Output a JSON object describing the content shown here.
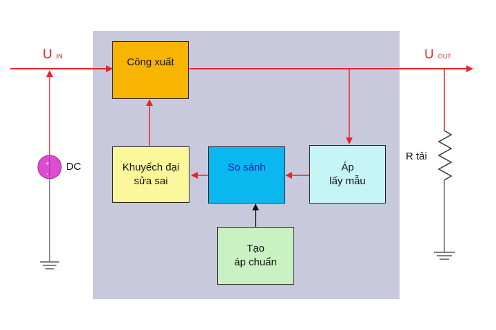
{
  "labels": {
    "u_in_main": "U",
    "u_in_sub": "IN",
    "u_out_main": "U",
    "u_out_sub": "OUT",
    "dc": "DC",
    "load": "R tải"
  },
  "blocks": {
    "power": "Công xuất",
    "error_amp": "Khuyếch đại\nsửa sai",
    "compare": "So sánh",
    "sample": "Áp\nlấy mẫu",
    "reference": "Tạo\náp chuẩn"
  },
  "colors": {
    "regulator_background": "#c9c9dd",
    "power_block": "#f7b400",
    "error_amp_block": "#fbf79a",
    "compare_block": "#0bb7ef",
    "compare_text": "#1a1aa8",
    "sample_block": "#c6f5f8",
    "reference_block": "#c9f1c1",
    "signal_line": "#e8232a",
    "dc_source": "#e04bd6",
    "ground": "#555555"
  }
}
